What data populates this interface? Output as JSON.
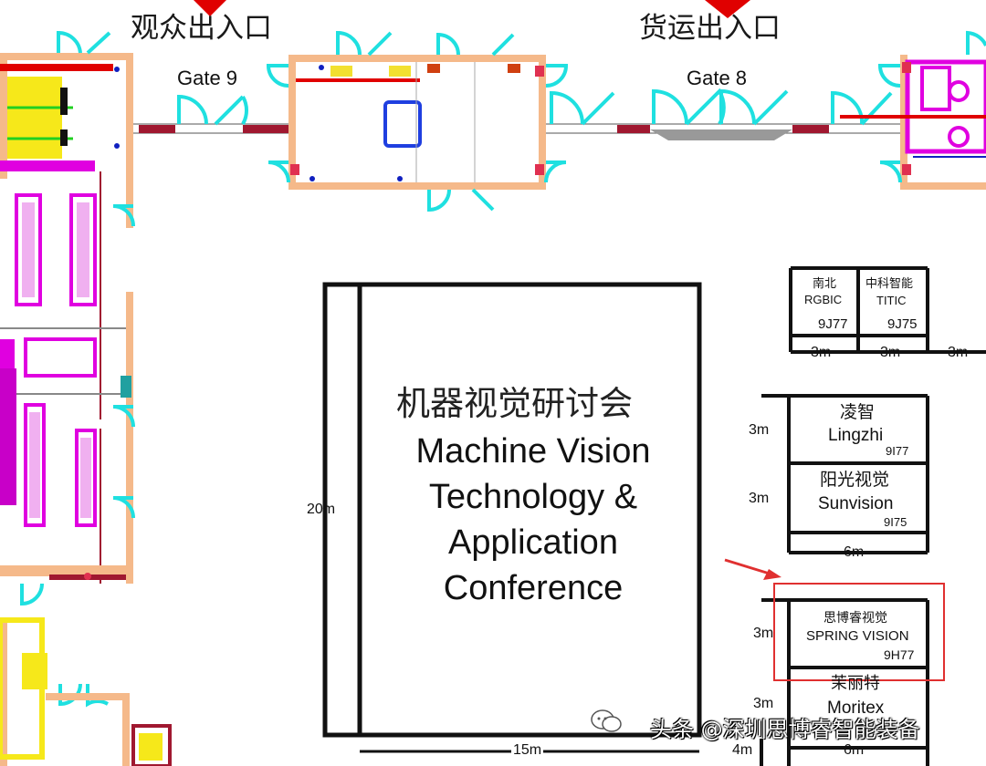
{
  "signs": {
    "audience_entrance": "观众出入口",
    "freight_entrance": "货运出入口",
    "gate9": "Gate 9",
    "gate8": "Gate 8"
  },
  "conference": {
    "title_cn": "机器视觉研讨会",
    "title_en": "Machine Vision Technology & Application Conference",
    "height_dim": "20m",
    "width_dim": "15m"
  },
  "booths": {
    "nanbei": {
      "name_cn": "南北",
      "name_en": "RGBIC",
      "code": "9J77"
    },
    "zhongke": {
      "name_cn": "中科智能",
      "name_en": "TITIC",
      "code": "9J75"
    },
    "top_row_dims": [
      "3m",
      "3m",
      "3m"
    ],
    "lingzhi": {
      "name_cn": "凌智",
      "name_en": "Lingzhi",
      "code": "9I77",
      "depth": "3m"
    },
    "sunvision": {
      "name_cn": "阳光视觉",
      "name_en": "Sunvision",
      "code": "9I75",
      "depth": "3m"
    },
    "mid_width": "6m",
    "spring": {
      "name_cn": "思博睿视觉",
      "name_en": "SPRING VISION",
      "code": "9H77",
      "depth": "3m"
    },
    "moritex": {
      "name_cn": "茉丽特",
      "name_en": "Moritex",
      "depth": "3m"
    },
    "aisle_dim": "4m",
    "bottom_width": "6m"
  },
  "watermark": "头条 @深圳思博睿智能装备",
  "colors": {
    "wall": "#f5b98a",
    "door": "#1fe0e0",
    "marker_red": "#e00000",
    "magenta": "#e000e0",
    "highlight": "#e03030"
  }
}
